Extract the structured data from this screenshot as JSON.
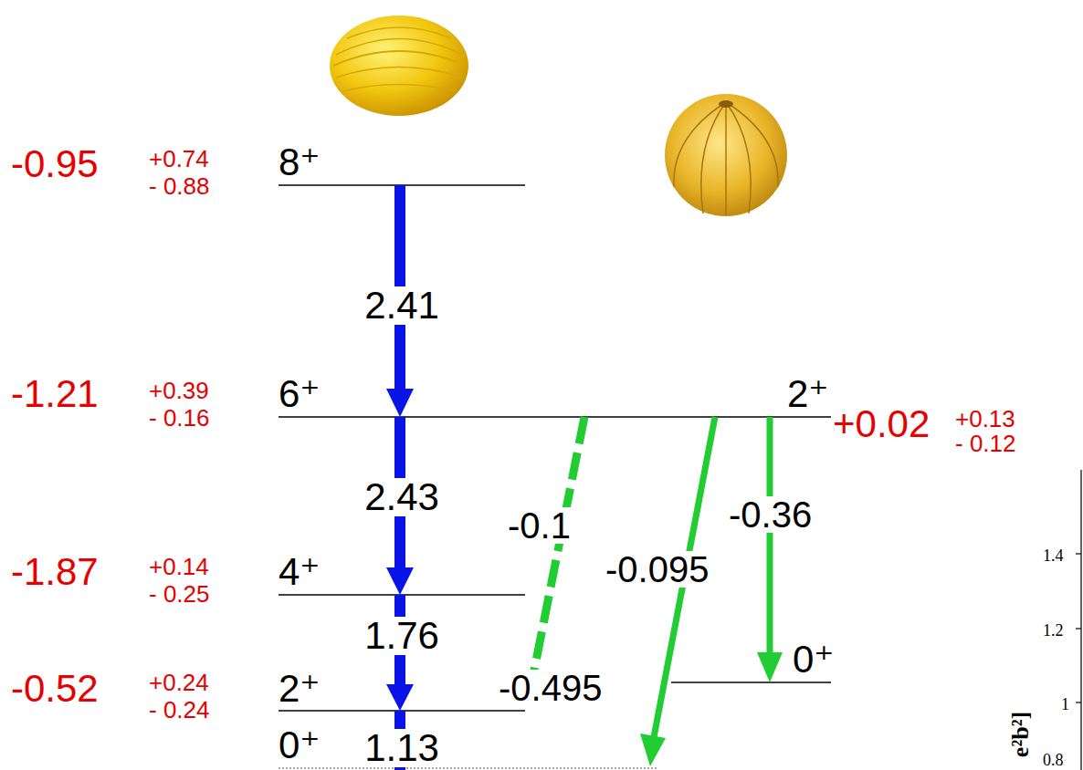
{
  "diagram": {
    "labels": [
      "-0.95",
      "+0.74",
      "- 0.88",
      "8⁺",
      "2.41",
      "-1.21",
      "+0.39",
      "- 0.16",
      "6⁺",
      "2⁺",
      "+0.02",
      "+0.13",
      "- 0.12",
      "2.43",
      "-0.1",
      "-0.36",
      "-0.095",
      "-1.87",
      "+0.14",
      "- 0.25",
      "4⁺",
      "1.76",
      "0⁺",
      "-0.52",
      "+0.24",
      "- 0.24",
      "2⁺",
      "-0.495",
      "0⁺",
      "1.13",
      "1.4",
      "1.2",
      "1",
      "e²b²]",
      "0.8"
    ]
  }
}
